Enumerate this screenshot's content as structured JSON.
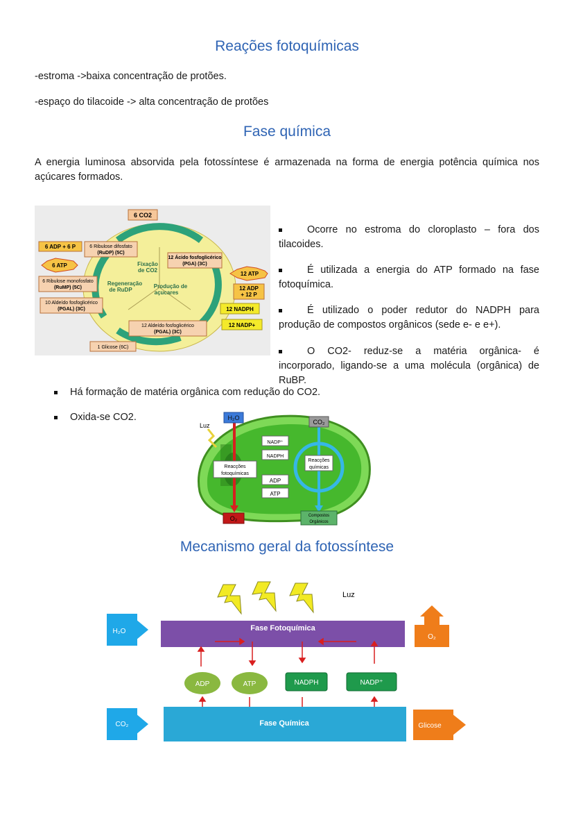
{
  "headings": {
    "h1": "Reações fotoquímicas",
    "h2": "Fase química",
    "h3": "Mecanismo geral da fotossíntese"
  },
  "lines": {
    "l1": "-estroma ->baixa concentração de protões.",
    "l2": "-espaço do tilacoide -> alta concentração de protões",
    "intro": "A energia luminosa absorvida pela fotossíntese é armazenada na forma de energia potência química nos açúcares formados."
  },
  "bullets_right": [
    "Ocorre no estroma do cloroplasto – fora dos tilacoides.",
    "É utilizada a energia do ATP formado na fase fotoquímica.",
    "É utilizado o poder redutor do NADPH para produção de compostos orgânicos (sede e- e e+).",
    "O CO2- reduz-se a matéria orgânica- é incorporado, ligando-se a uma molécula (orgânica) de RuBP."
  ],
  "bullets_left": [
    "Há formação de matéria orgânica com redução do CO2.",
    "Oxida-se CO2."
  ],
  "calvin": {
    "co2": "6 CO2",
    "adp6": "6 ADP + 6 P",
    "rudp": "6 Ribulose difosfato",
    "rudp2": "(RuDP) (5C)",
    "atp6": "6 ATP",
    "rump": "6 Ribulose monofosfato",
    "rump2": "(RuMP) (5C)",
    "pgal10": "10 Aldeído fosfoglicérico",
    "pgal10b": "(PGAL) (3C)",
    "pga": "12 Ácido fosfoglicérico",
    "pga2": "(PGA) (3C)",
    "atp12": "12 ATP",
    "adp12": "12 ADP",
    "adp12b": "+ 12 P",
    "nadph": "12 NADPH",
    "nadp": "12 NADP+",
    "pgal12": "12 Aldeído fosfoglicérico",
    "pgal12b": "(PGAL) (3C)",
    "glicose": "1 Glicose (6C)",
    "fix1": "Fixação",
    "fix2": "de CO2",
    "reg1": "Regeneração",
    "reg2": "de RuDP",
    "prod1": "Produção de",
    "prod2": "açucares"
  },
  "chloro": {
    "luz": "Luz",
    "h2o": "H₂O",
    "co2": "CO₂",
    "nadpp": "NADP⁺",
    "nadph": "NADPH",
    "foto1": "Reacções",
    "foto2": "fotoquímicas",
    "quim1": "Reacções",
    "quim2": "químicas",
    "adp": "ADP",
    "atp": "ATP",
    "o2": "O₂",
    "comp1": "Compostos",
    "comp2": "Orgânicos"
  },
  "mech": {
    "luz": "Luz",
    "h2o": "H₂O",
    "o2": "O₂",
    "co2": "CO₂",
    "glicose": "Glicose",
    "foto": "Fase Fotoquímica",
    "quim": "Fase Química",
    "adp": "ADP",
    "atp": "ATP",
    "nadph": "NADPH",
    "nadp": "NADP⁺"
  }
}
